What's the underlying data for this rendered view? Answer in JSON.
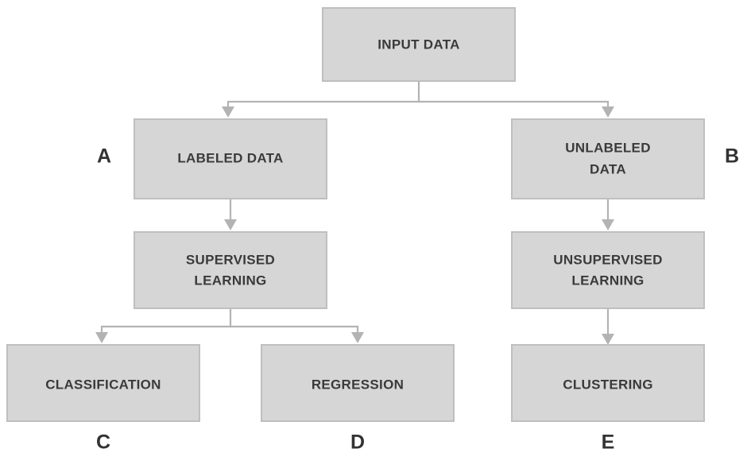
{
  "diagram": {
    "title": "Machine Learning Types Flowchart",
    "background_color": "#ffffff",
    "box_fill_color": "#d6d6d6",
    "box_border_color": "#bfbfbf",
    "connector_color": "#b3b3b3",
    "text_color": "#3a3a3a",
    "label_color": "#333333"
  },
  "nodes": {
    "input_data": {
      "label": "INPUT DATA",
      "line1": "INPUT DATA",
      "line2": ""
    },
    "labeled_data": {
      "label": "LABELED DATA",
      "line1": "LABELED DATA",
      "line2": ""
    },
    "unlabeled_data": {
      "label": "UNLABELED DATA",
      "line1": "UNLABELED",
      "line2": "DATA"
    },
    "supervised_learning": {
      "label": "SUPERVISED LEARNING",
      "line1": "SUPERVISED",
      "line2": "LEARNING"
    },
    "unsupervised_learning": {
      "label": "UNSUPERVISED LEARNING",
      "line1": "UNSUPERVISED",
      "line2": "LEARNING"
    },
    "classification": {
      "label": "CLASSIFICATION",
      "line1": "CLASSIFICATION",
      "line2": ""
    },
    "regression": {
      "label": "REGRESSION",
      "line1": "REGRESSION",
      "line2": ""
    },
    "clustering": {
      "label": "CLUSTERING",
      "line1": "CLUSTERING",
      "line2": ""
    }
  },
  "annotations": {
    "a": "A",
    "b": "B",
    "c": "C",
    "d": "D",
    "e": "E"
  }
}
